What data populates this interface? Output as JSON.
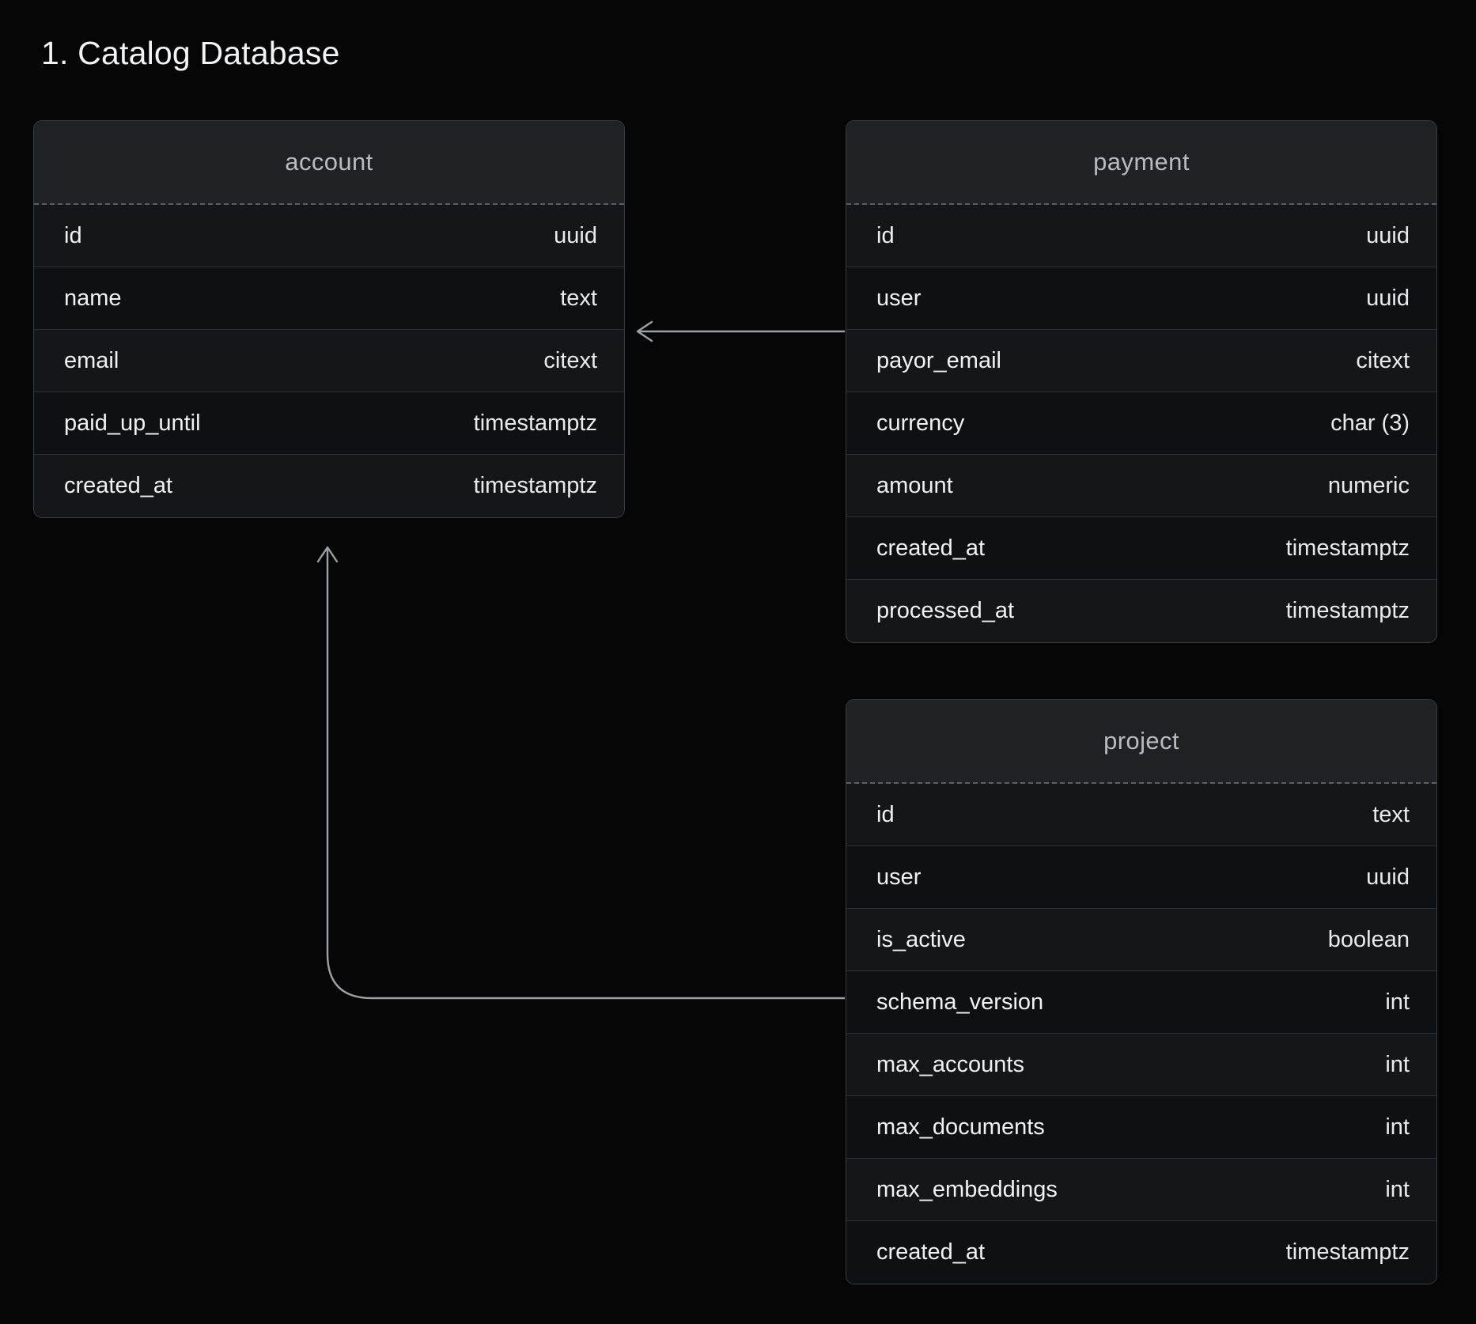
{
  "page": {
    "title": "1. Catalog Database",
    "background_color": "#060607",
    "accent_line_color": "#9da0a3"
  },
  "tables": [
    {
      "name": "account",
      "columns": [
        {
          "name": "id",
          "type": "uuid"
        },
        {
          "name": "name",
          "type": "text"
        },
        {
          "name": "email",
          "type": "citext"
        },
        {
          "name": "paid_up_until",
          "type": "timestamptz"
        },
        {
          "name": "created_at",
          "type": "timestamptz"
        }
      ]
    },
    {
      "name": "payment",
      "columns": [
        {
          "name": "id",
          "type": "uuid"
        },
        {
          "name": "user",
          "type": "uuid"
        },
        {
          "name": "payor_email",
          "type": "citext"
        },
        {
          "name": "currency",
          "type": "char (3)"
        },
        {
          "name": "amount",
          "type": "numeric"
        },
        {
          "name": "created_at",
          "type": "timestamptz"
        },
        {
          "name": "processed_at",
          "type": "timestamptz"
        }
      ]
    },
    {
      "name": "project",
      "columns": [
        {
          "name": "id",
          "type": "text"
        },
        {
          "name": "user",
          "type": "uuid"
        },
        {
          "name": "is_active",
          "type": "boolean"
        },
        {
          "name": "schema_version",
          "type": "int"
        },
        {
          "name": "max_accounts",
          "type": "int"
        },
        {
          "name": "max_documents",
          "type": "int"
        },
        {
          "name": "max_embeddings",
          "type": "int"
        },
        {
          "name": "created_at",
          "type": "timestamptz"
        }
      ]
    }
  ],
  "relationships": [
    {
      "from": "payment.user",
      "to": "account.id",
      "style": "straight-arrow-left"
    },
    {
      "from": "project.user",
      "to": "account.id",
      "style": "elbow-arrow-up"
    }
  ]
}
